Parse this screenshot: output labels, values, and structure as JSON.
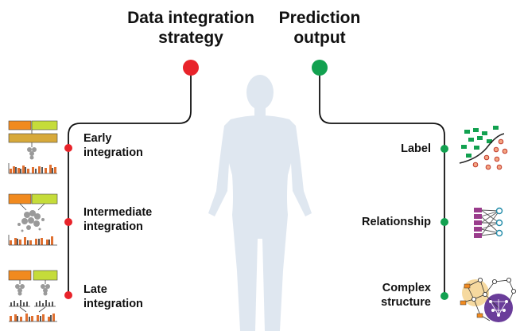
{
  "headers": {
    "left": "Data integration\nstrategy",
    "right": "Prediction\noutput"
  },
  "strategies": [
    {
      "label": "Early\nintegration"
    },
    {
      "label": "Intermediate\nintegration"
    },
    {
      "label": "Late\nintegration"
    }
  ],
  "outputs": [
    {
      "label": "Label"
    },
    {
      "label": "Relationship"
    },
    {
      "label": "Complex\nstructure"
    }
  ],
  "colors": {
    "red": "#e8232a",
    "green": "#12a150",
    "orange": "#f18a1f",
    "lime": "#c5dc3a",
    "body": "#dfe7f0",
    "gray": "#9a9a9a",
    "brown": "#e07030",
    "purple": "#9a3c8c",
    "teal": "#1f8aa8",
    "gold": "#f1c56b",
    "violet": "#6a3d9a"
  }
}
